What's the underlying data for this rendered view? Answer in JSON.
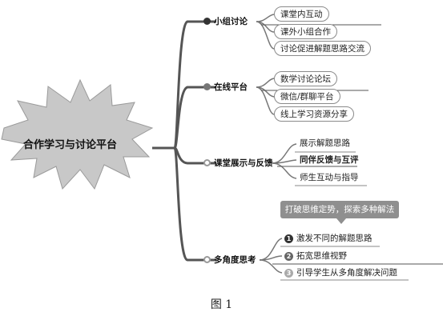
{
  "central": {
    "label": "合作学习与讨论平台"
  },
  "branches": [
    {
      "label": "小组讨论",
      "leaves": [
        "课堂内互动",
        "课外小组合作",
        "讨论促进解题思路交流"
      ]
    },
    {
      "label": "在线平台",
      "leaves": [
        "数学讨论论坛",
        "微信/群聊平台",
        "线上学习资源分享"
      ]
    },
    {
      "label": "课堂展示与反馈",
      "leaves": [
        "展示解题思路",
        "同伴反馈与互评",
        "师生互动与指导"
      ]
    },
    {
      "label": "多角度思考",
      "callout": "打破思维定势，探索多种解法",
      "leaves": [
        "激发不同的解题思路",
        "拓宽思维视野",
        "引导学生从多角度解决问题"
      ],
      "numbers": [
        "1",
        "2",
        "3"
      ]
    }
  ],
  "caption": "图 1"
}
